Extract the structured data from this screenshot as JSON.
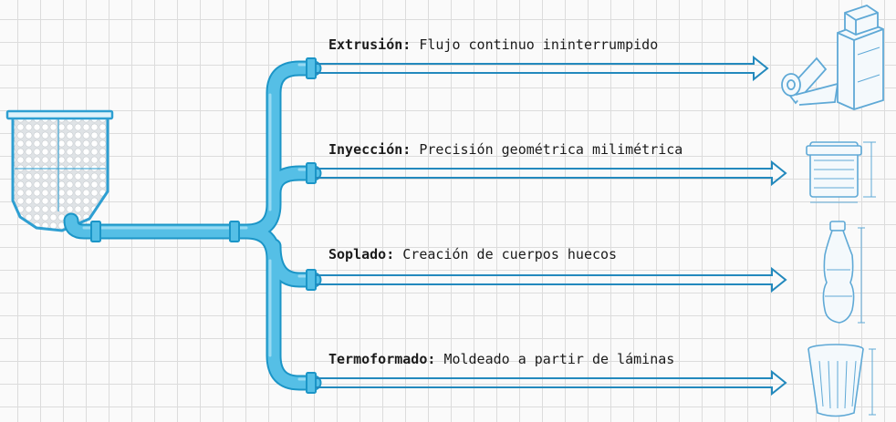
{
  "processes": [
    {
      "name": "Extrusión:",
      "description": "Flujo continuo ininterrumpido"
    },
    {
      "name": "Inyección:",
      "description": "Precisión geométrica milimétrica"
    },
    {
      "name": "Soplado:",
      "description": "Creación de cuerpos huecos"
    },
    {
      "name": "Termoformado:",
      "description": "Moldeado a partir de láminas"
    }
  ],
  "colors": {
    "pipe": "#55bfe6",
    "pipe_stroke": "#1b95c7",
    "arrow": "#2389bd",
    "sketch": "#5fa9d6",
    "hopper": "#2e9fd2"
  }
}
